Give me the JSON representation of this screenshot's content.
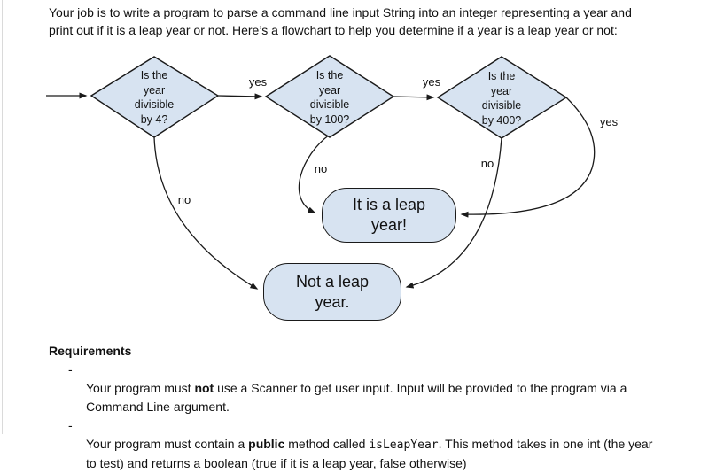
{
  "intro": {
    "text": "Your job is to write a program to parse a command line input String into an integer representing a year and\nprint out if it is a leap year or not. Here’s a flowchart to help you determine if a year is a leap year or not:"
  },
  "flowchart": {
    "shape_fill": "#d7e3f1",
    "shape_stroke": "#1a1a1a",
    "decisions": [
      {
        "label": "Is the\nyear\ndivisible\nby 4?"
      },
      {
        "label": "Is the\nyear\ndivisible\nby 100?"
      },
      {
        "label": "Is the\nyear\ndivisible\nby 400?"
      }
    ],
    "terminals": [
      {
        "label": "It is a leap\nyear!"
      },
      {
        "label": "Not a leap\nyear."
      }
    ],
    "edge_labels": {
      "yes1": "yes",
      "yes2": "yes",
      "yes3": "yes",
      "no1": "no",
      "no2": "no",
      "no3": "no"
    }
  },
  "requirements": {
    "heading": "Requirements",
    "bullet": "-",
    "items": [
      {
        "pre": "Your program must ",
        "bold": "not",
        "mid": "",
        "code": "",
        "post": " use a Scanner to get user input. Input will be provided to the program via a\nCommand Line argument."
      },
      {
        "pre": "Your program must contain a ",
        "bold": "public",
        "mid": " method called ",
        "code": "isLeapYear",
        "post": ". This method takes in one int (the year\nto test) and returns a boolean (true if it is a leap year, false otherwise)"
      }
    ]
  }
}
